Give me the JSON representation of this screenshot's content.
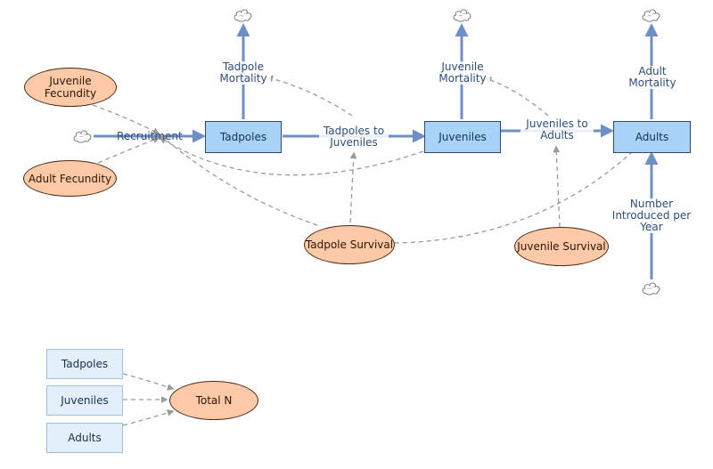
{
  "stocks": {
    "tadpoles": "Tadpoles",
    "juveniles": "Juveniles",
    "adults": "Adults"
  },
  "flows": {
    "recruitment": "Recruitment",
    "tadpole_mortality": "Tadpole\nMortality",
    "tadpoles_to_juveniles": "Tadpoles to\nJuveniles",
    "juvenile_mortality": "Juvenile\nMortality",
    "juveniles_to_adults": "Juveniles to\nAdults",
    "adult_mortality": "Adult\nMortality",
    "number_introduced": "Number\nIntroduced per\nYear"
  },
  "variables": {
    "juvenile_fecundity": "Juvenile\nFecundity",
    "adult_fecundity": "Adult Fecundity",
    "tadpole_survival": "Tadpole Survival",
    "juvenile_survival": "Juvenile Survival",
    "total_n": "Total N"
  },
  "ghosts": {
    "tadpoles": "Tadpoles",
    "juveniles": "Juveniles",
    "adults": "Adults"
  },
  "colors": {
    "flow": "#6d8fc6",
    "link": "#9a9a9a",
    "stock_fill": "#a9d2f7",
    "variable_fill": "#fdc9a6"
  },
  "icons": [
    "cloud-icon"
  ]
}
